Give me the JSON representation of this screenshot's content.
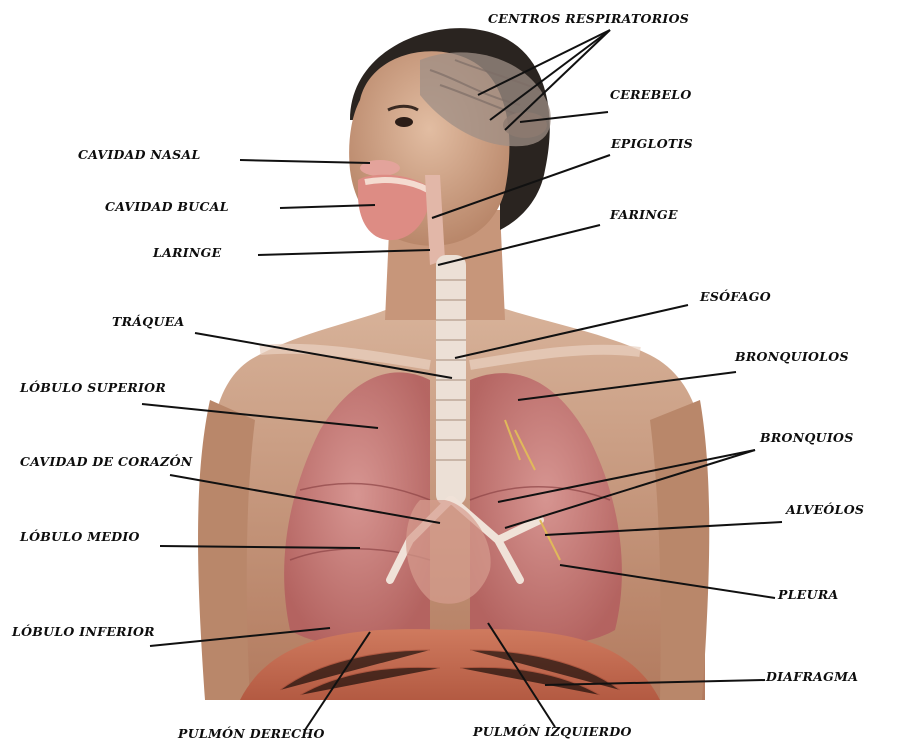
{
  "labels": {
    "centros_respiratorios": "CENTROS RESPIRATORIOS",
    "cerebelo": "CEREBELO",
    "cavidad_nasal": "CAVIDAD NASAL",
    "epiglotis": "EPIGLOTIS",
    "cavidad_bucal": "CAVIDAD BUCAL",
    "faringe": "FARINGE",
    "laringe": "LARINGE",
    "esofago": "ESÓFAGO",
    "traquea": "TRÁQUEA",
    "bronquiolos": "BRONQUIOLOS",
    "lobulo_superior": "LÓBULO SUPERIOR",
    "bronquios": "BRONQUIOS",
    "cavidad_corazon": "CAVIDAD DE CORAZÓN",
    "alveolos": "ALVEÓLOS",
    "lobulo_medio": "LÓBULO MEDIO",
    "pleura": "PLEURA",
    "lobulo_inferior": "LÓBULO INFERIOR",
    "diafragma": "DIAFRAGMA",
    "pulmon_derecho": "PULMÓN DERECHO",
    "pulmon_izquierdo": "PULMÓN IZQUIERDO"
  },
  "colors": {
    "skin": "#c99a7a",
    "skin_shadow": "#a8765a",
    "hair": "#2a2420",
    "lung": "#c87d7a",
    "lung_dark": "#a9585a",
    "trachea": "#e8d6cc",
    "muscle": "#c46a52",
    "leader": "#111111"
  }
}
